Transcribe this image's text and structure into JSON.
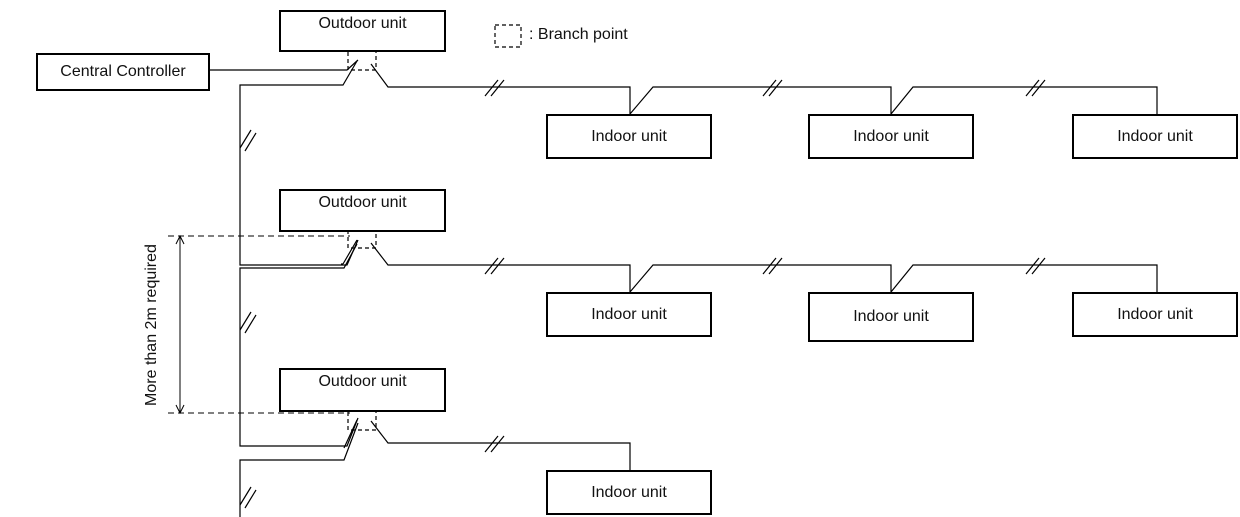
{
  "central_controller": {
    "label": "Central Controller"
  },
  "outdoor_units": [
    {
      "label": "Outdoor unit"
    },
    {
      "label": "Outdoor unit"
    },
    {
      "label": "Outdoor unit"
    }
  ],
  "indoor_units": {
    "row1": [
      {
        "label": "Indoor unit"
      },
      {
        "label": "Indoor unit"
      },
      {
        "label": "Indoor unit"
      }
    ],
    "row2": [
      {
        "label": "Indoor unit"
      },
      {
        "label": "Indoor unit"
      },
      {
        "label": "Indoor unit"
      }
    ],
    "row3": [
      {
        "label": "Indoor unit"
      }
    ]
  },
  "legend": {
    "branch_point_label": ": Branch point",
    "branch_point_icon": "dashed-square-icon"
  },
  "dimension": {
    "label": "More than 2m required"
  },
  "colors": {
    "line": "#000000",
    "background": "#ffffff"
  }
}
